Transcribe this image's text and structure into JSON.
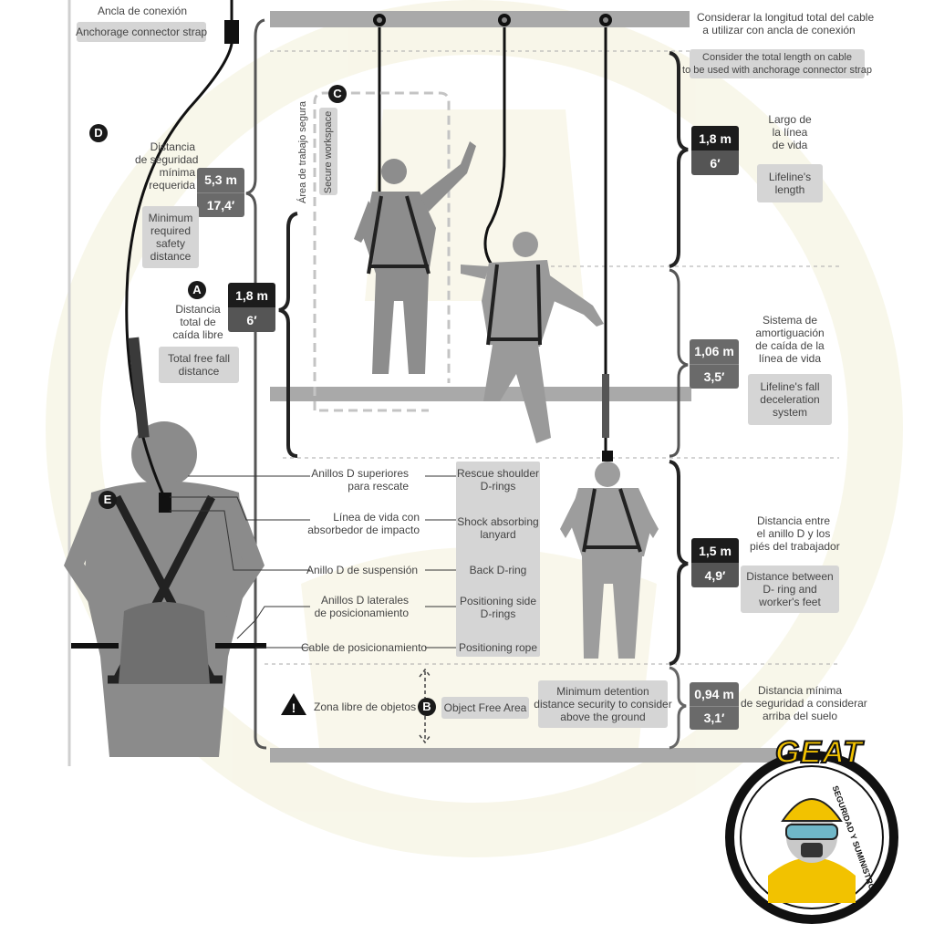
{
  "top": {
    "anchor_es": "Ancla de conexión",
    "anchor_en": "Anchorage connector strap",
    "cable_es_1": "Considerar la longitud total del cable",
    "cable_es_2": "a utilizar con ancla de conexión",
    "cable_en_1": "Consider the total length on cable",
    "cable_en_2": "to be used with anchorage connector strap"
  },
  "markers": {
    "a": "A",
    "b": "B",
    "c": "C",
    "d": "D",
    "e": "E"
  },
  "workspace": {
    "es": "Área de trabajo segura",
    "en": "Secure workspace"
  },
  "left": {
    "safety": {
      "es": [
        "Distancia",
        "de seguridad",
        "mínima",
        "requerida"
      ],
      "m": "5,3 m",
      "ft": "17,4′",
      "en": [
        "Minimum",
        "required",
        "safety",
        "distance"
      ]
    },
    "freefall": {
      "es": [
        "Distancia",
        "total de",
        "caída libre"
      ],
      "m": "1,8 m",
      "ft": "6′",
      "en": [
        "Total free fall",
        "distance"
      ]
    }
  },
  "right": {
    "lifeline": {
      "m": "1,8 m",
      "ft": "6′",
      "es": [
        "Largo de",
        "la línea",
        "de vida"
      ],
      "en": [
        "Lifeline's",
        "length"
      ]
    },
    "decel": {
      "m": "1,06 m",
      "ft": "3,5′",
      "es": [
        "Sistema de",
        "amortiguación",
        "de caída de la",
        "línea de vida"
      ],
      "en": [
        "Lifeline's fall",
        "deceleration",
        "system"
      ]
    },
    "dring": {
      "m": "1,5 m",
      "ft": "4,9′",
      "es": [
        "Distancia entre",
        "el anillo D y los",
        "piés del trabajador"
      ],
      "en": [
        "Distance between",
        "D- ring and",
        "worker's feet"
      ]
    },
    "ground": {
      "m": "0,94 m",
      "ft": "3,1′",
      "es": [
        "Distancia mínima",
        "de seguridad a considerar",
        "arriba del suelo"
      ]
    }
  },
  "legend": [
    {
      "es": [
        "Anillos D superiores",
        "para rescate"
      ],
      "en": [
        "Rescue shoulder",
        "D-rings"
      ]
    },
    {
      "es": [
        "Línea de vida con",
        "absorbedor de impacto"
      ],
      "en": [
        "Shock absorbing",
        "lanyard"
      ]
    },
    {
      "es": [
        "Anillo D de suspensión"
      ],
      "en": [
        "Back D-ring"
      ]
    },
    {
      "es": [
        "Anillos D laterales",
        "de posicionamiento"
      ],
      "en": [
        "Positioning side",
        "D-rings"
      ]
    },
    {
      "es": [
        "Cable de posicionamiento"
      ],
      "en": [
        "Positioning rope"
      ]
    }
  ],
  "bottom": {
    "zone_es": "Zona libre de objetos",
    "zone_en": "Object Free Area",
    "detention_en": [
      "Minimum detention",
      "distance security to consider",
      "above the ground"
    ]
  },
  "logo": {
    "brand": "GEAT",
    "tagline": "SEGURIDAD Y SUMINISTROS"
  },
  "colors": {
    "line": "#1a1a1a",
    "box": "#d5d5d5",
    "figure": "#8a8a8a",
    "watermark": "#f6f3dc",
    "logo_yellow": "#f2c200"
  }
}
